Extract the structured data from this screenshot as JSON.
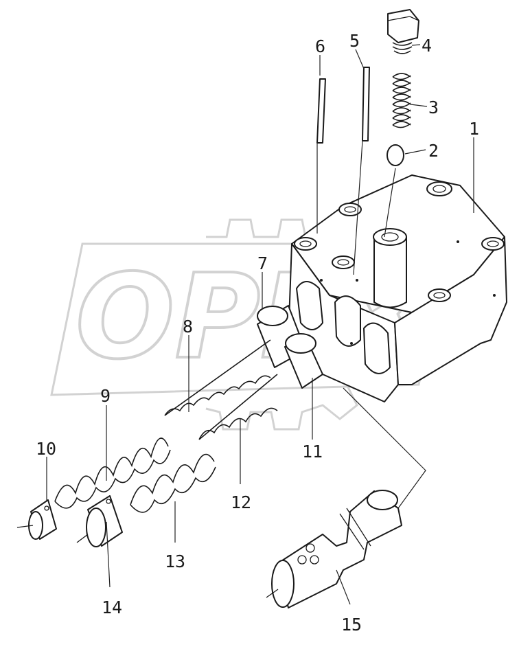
{
  "watermark": {
    "text": "OPEX"
  },
  "callouts": [
    {
      "id": "1",
      "label": "1"
    },
    {
      "id": "2",
      "label": "2"
    },
    {
      "id": "3",
      "label": "3"
    },
    {
      "id": "4",
      "label": "4"
    },
    {
      "id": "5",
      "label": "5"
    },
    {
      "id": "6",
      "label": "6"
    },
    {
      "id": "7",
      "label": "7"
    },
    {
      "id": "8",
      "label": "8"
    },
    {
      "id": "9",
      "label": "9"
    },
    {
      "id": "10",
      "label": "10"
    },
    {
      "id": "11",
      "label": "11"
    },
    {
      "id": "12",
      "label": "12"
    },
    {
      "id": "13",
      "label": "13"
    },
    {
      "id": "14",
      "label": "14"
    },
    {
      "id": "15",
      "label": "15"
    }
  ]
}
